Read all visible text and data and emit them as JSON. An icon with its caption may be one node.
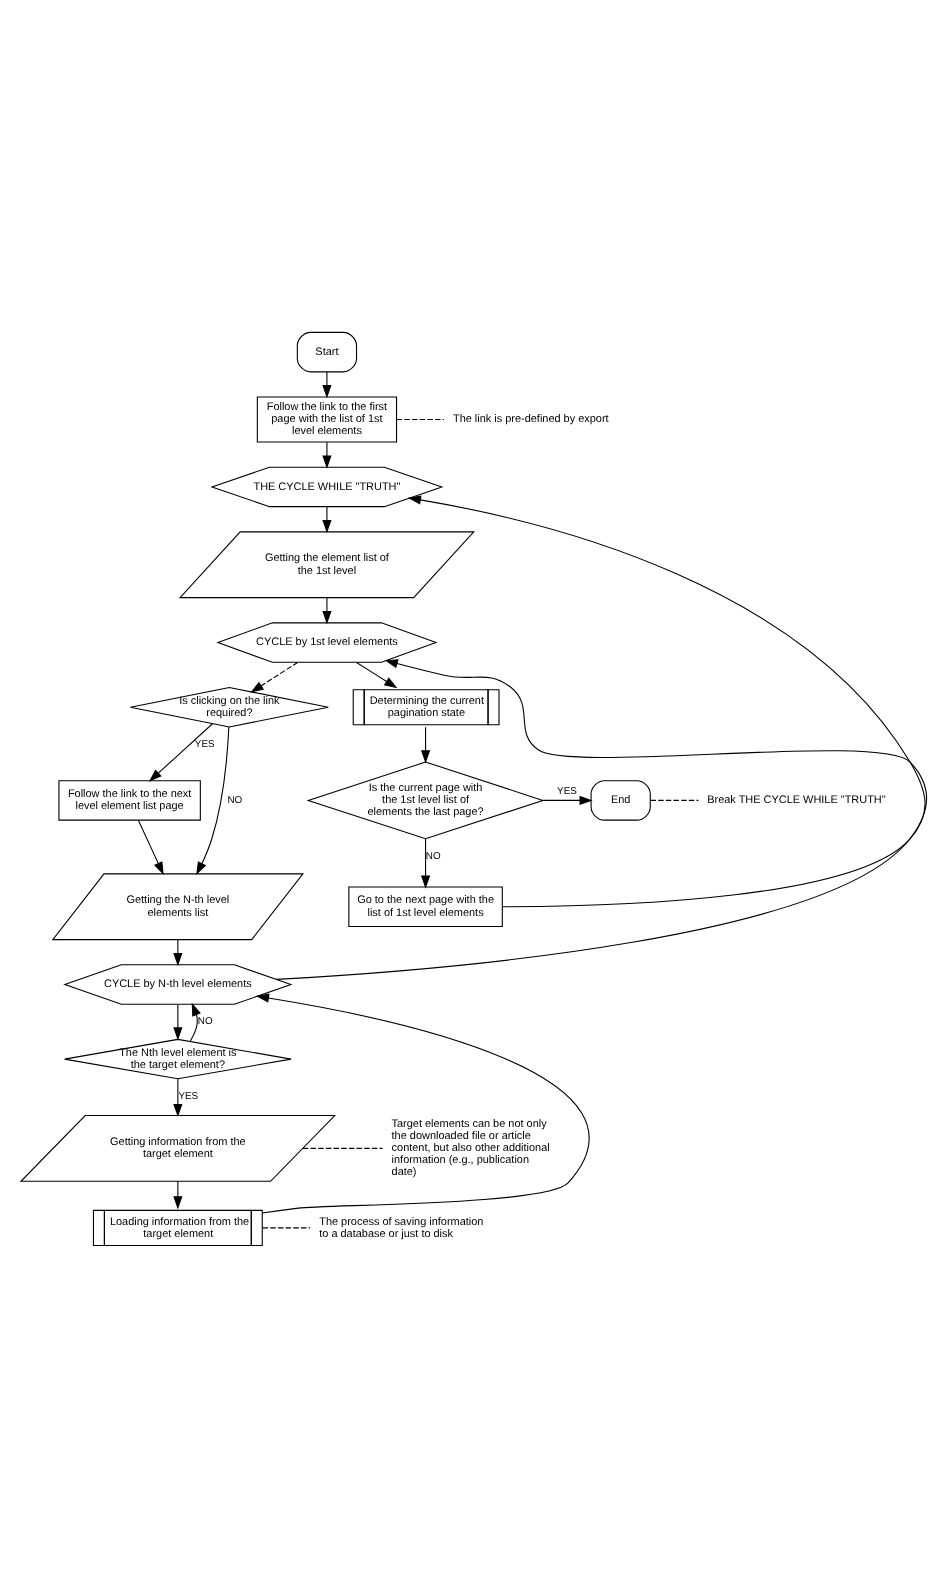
{
  "diagram": {
    "nodes": [
      {
        "text": [
          "Start"
        ]
      },
      {
        "text": [
          "Follow the link to the first page with the list of 1st level elements"
        ]
      },
      {
        "text": [
          "The link is pre-defined by export"
        ]
      },
      {
        "text": [
          "THE CYCLE WHILE \"TRUTH\""
        ]
      },
      {
        "text": [
          "Getting the element list of the 1st level"
        ]
      },
      {
        "text": [
          "CYCLE by 1st level elements"
        ]
      },
      {
        "text": [
          "Is clicking on the link required?"
        ]
      },
      {
        "text": [
          "Follow the link to the next level element list page"
        ]
      },
      {
        "text": [
          "Getting the N-th level elements list"
        ]
      },
      {
        "text": [
          "CYCLE by N-th level elements"
        ]
      },
      {
        "text": [
          "The Nth level element is the target element?"
        ]
      },
      {
        "text": [
          "Getting information from the target element"
        ]
      },
      {
        "text": [
          "Target elements can be not only the downloaded file or article content, but also other additional information (e.g., publication date)"
        ]
      },
      {
        "text": [
          "Loading information from the target element"
        ]
      },
      {
        "text": [
          "The process of saving information to a database or just to disk"
        ]
      },
      {
        "text": [
          "Determining the current pagination state"
        ]
      },
      {
        "text": [
          "Is the current page with the 1st level list of elements the last page?"
        ]
      },
      {
        "text": [
          "End"
        ]
      },
      {
        "text": [
          "Break THE CYCLE WHILE \"TRUTH\""
        ]
      },
      {
        "text": [
          "Go to the next page with the list of 1st level elements"
        ]
      }
    ],
    "edges": [
      {
        "from": 0,
        "to": 1,
        "arrow": "to"
      },
      {
        "from": 1,
        "to": 2,
        "arrow": "none",
        "style": "dashed"
      },
      {
        "from": 1,
        "to": 3,
        "arrow": "to"
      },
      {
        "from": 3,
        "to": 4,
        "arrow": "to"
      },
      {
        "from": 4,
        "to": 5,
        "arrow": "to"
      },
      {
        "from": 5,
        "to": 6,
        "arrow": "to",
        "style": "dashed"
      },
      {
        "from": 6,
        "to": 7,
        "arrow": "to",
        "label": "YES"
      },
      {
        "from": 6,
        "to": 8,
        "arrow": "to",
        "label": "NO"
      },
      {
        "from": 7,
        "to": 8,
        "arrow": "to"
      },
      {
        "from": 8,
        "to": 9,
        "arrow": "to"
      },
      {
        "from": 9,
        "to": 10,
        "arrow": "to"
      },
      {
        "from": 10,
        "to": 9,
        "arrow": "to",
        "label": "NO"
      },
      {
        "from": 10,
        "to": 11,
        "arrow": "to",
        "label": "YES"
      },
      {
        "from": 11,
        "to": 12,
        "arrow": "none",
        "style": "dashed"
      },
      {
        "from": 11,
        "to": 13,
        "arrow": "to"
      },
      {
        "from": 13,
        "to": 14,
        "arrow": "none",
        "style": "dashed"
      },
      {
        "from": 13,
        "to": 9,
        "arrow": "to"
      },
      {
        "from": 9,
        "to": 5,
        "arrow": "to"
      },
      {
        "from": 5,
        "to": 15,
        "arrow": "to"
      },
      {
        "from": 15,
        "to": 16,
        "arrow": "to"
      },
      {
        "from": 16,
        "to": 17,
        "arrow": "to",
        "label": "YES"
      },
      {
        "from": 17,
        "to": 18,
        "arrow": "none",
        "style": "dashed"
      },
      {
        "from": 16,
        "to": 19,
        "arrow": "to",
        "label": "NO"
      },
      {
        "from": 19,
        "to": 3,
        "arrow": "to"
      }
    ]
  }
}
